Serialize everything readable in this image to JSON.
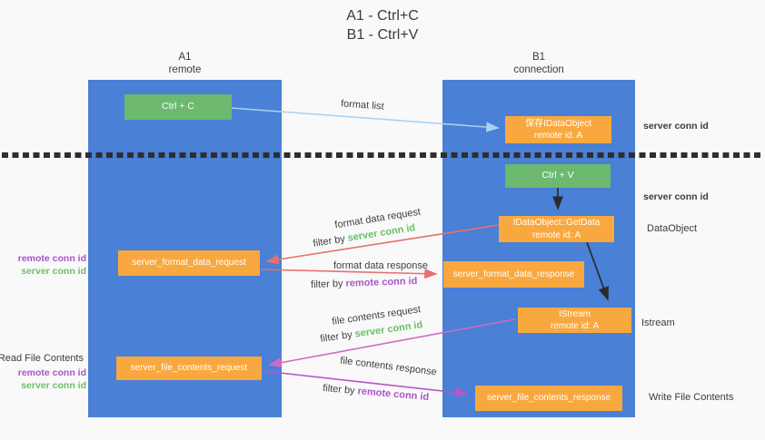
{
  "title": {
    "line1": "A1 - Ctrl+C",
    "line2": "B1 - Ctrl+V"
  },
  "columns": {
    "a": {
      "id": "A1",
      "role": "remote"
    },
    "b": {
      "id": "B1",
      "role": "connection"
    }
  },
  "nodes": {
    "ctrl_c": "Ctrl + C",
    "ctrl_v": "Ctrl + V",
    "save_idataobject": {
      "line1": "保存IDataObject",
      "line2": "remote id: A"
    },
    "getdata": {
      "line1": "IDataObject::GetData",
      "line2": "remote id: A"
    },
    "istream": {
      "line1": "IStream",
      "line2": "remote id: A"
    },
    "format_request": "server_format_data_request",
    "format_response": "server_format_data_response",
    "file_request": "server_file_contents_request",
    "file_response": "server_file_contents_response"
  },
  "flow_labels": {
    "format_list": "format list",
    "format_data_request": "format data request",
    "format_data_response": "format data response",
    "file_contents_request": "file contents request",
    "file_contents_response": "file contents response",
    "filter_by": "filter by ",
    "server_conn_id": "server conn id",
    "remote_conn_id": "remote conn id"
  },
  "side_labels": {
    "left": {
      "read_file_contents": "Read File Contents",
      "remote_conn_id": "remote conn id",
      "server_conn_id": "server conn id"
    },
    "right": {
      "server_conn_id_top": "server conn id",
      "server_conn_id_mid": "server conn id",
      "dataobject": "DataObject",
      "istream": "Istream",
      "write_file_contents": "Write File Contents"
    }
  },
  "colors": {
    "column_blue": "#4a80d5",
    "box_green": "#6cb96f",
    "box_orange": "#f9a83f",
    "text_green": "#6abf69",
    "text_purple": "#a855c8",
    "arrow_lightblue": "#a9d2f0",
    "arrow_red": "#e8706d",
    "arrow_magenta": "#cf6ac2",
    "arrow_purple": "#b657c6",
    "arrow_black": "#2b2b2b",
    "background": "#f9f9f9"
  }
}
